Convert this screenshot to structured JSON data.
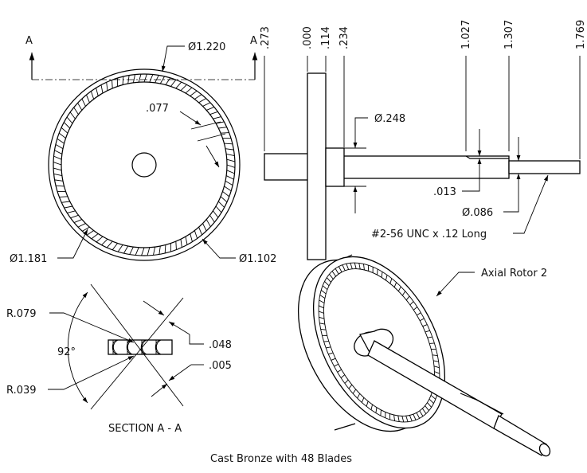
{
  "title": "Cast Bronze with 48 Blades",
  "section_label": "SECTION A - A",
  "section_marks": [
    "A",
    "A"
  ],
  "part_name": "Axial Rotor 2",
  "front_view": {
    "outer_dia": "Ø1.220",
    "blade_gap": ".077",
    "ring_od": "Ø1.181",
    "ring_id": "Ø1.102"
  },
  "side_view": {
    "positions": [
      ".273",
      ".000",
      ".114",
      ".234",
      "1.027",
      "1.307",
      "1.769"
    ],
    "hub_dia": "Ø.248",
    "groove_depth": ".013",
    "thread_dia": "Ø.086",
    "thread_note": "#2-56 UNC x .12 Long"
  },
  "section_view": {
    "radius_outer": "R.079",
    "radius_inner": "R.039",
    "angle": "92°",
    "width": ".048",
    "gap": ".005"
  }
}
